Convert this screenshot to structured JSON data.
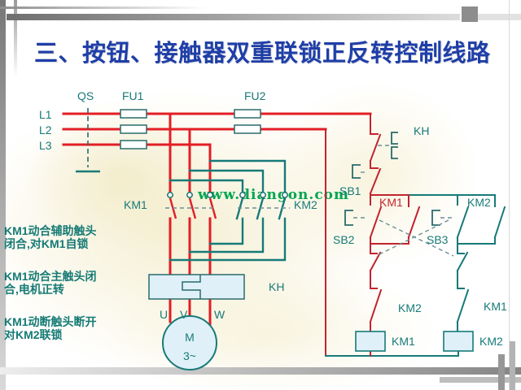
{
  "title": "三、按钮、接触器双重联锁正反转控制线路",
  "watermark": "www.diangon.com",
  "annotations": [
    "KM1动合辅助触头\n闭合,对KM1自锁",
    "KM1动合主触头闭\n合,电机正转",
    "KM1动断触头断开\n对KM2联锁"
  ],
  "colors": {
    "title_blue": "#1e3ea8",
    "power_red": "#e31e24",
    "control_red": "#c2242e",
    "teal": "#177a78",
    "watermark_green": "#00a651",
    "device_fill_blue": "#dff0f8",
    "annotation_teal": "#157a74"
  },
  "labels": {
    "l1": "L1",
    "l2": "L2",
    "l3": "L3",
    "qs": "QS",
    "fu1": "FU1",
    "fu2": "FU2",
    "km1_main": "KM1",
    "km2_main": "KM2",
    "kh_main": "KH",
    "u": "U",
    "v": "V",
    "w": "W",
    "motor_m": "M",
    "motor_3": "3~",
    "kh_ctrl": "KH",
    "sb1": "SB1",
    "sb2": "SB2",
    "sb3": "SB3",
    "km1_aux": "KM1",
    "km2_aux": "KM2",
    "km2_interlock": "KM2",
    "km1_interlock": "KM1",
    "km1_coil": "KM1",
    "km2_coil": "KM2"
  }
}
